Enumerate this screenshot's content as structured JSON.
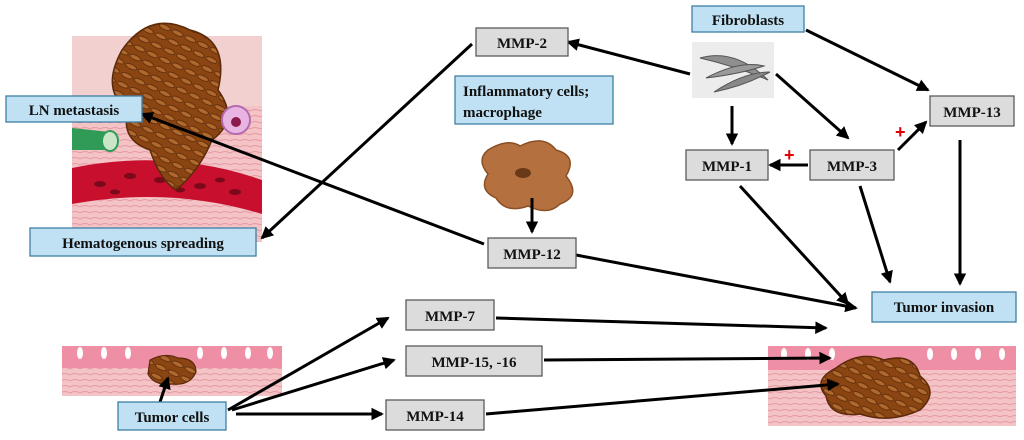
{
  "labels": {
    "fibroblasts": "Fibroblasts",
    "mmp2": "MMP-2",
    "mmp13": "MMP-13",
    "inflammatory_line1": "Inflammatory cells;",
    "inflammatory_line2": "macrophage",
    "mmp1": "MMP-1",
    "mmp3": "MMP-3",
    "ln_metastasis": "LN metastasis",
    "hematogenous": "Hematogenous spreading",
    "mmp12": "MMP-12",
    "tumor_invasion": "Tumor invasion",
    "mmp7": "MMP-7",
    "mmp15_16": "MMP-15, -16",
    "tumor_cells": "Tumor cells",
    "mmp14": "MMP-14"
  },
  "plus_signs": [
    "+",
    "+"
  ],
  "colors": {
    "gray_box": "#dcdcdc",
    "blue_box": "#bfe1f3",
    "tumor": "#8b4513",
    "tissue_pink": "#f4b7bd",
    "cell_pink": "#ee8fa6",
    "plus_red": "#e00000"
  },
  "illustrations": [
    "metastasis-tissue-illustration",
    "fibroblast-cells-illustration",
    "macrophage-illustration",
    "epithelium-tumor-small-illustration",
    "epithelium-tumor-invasion-illustration"
  ]
}
